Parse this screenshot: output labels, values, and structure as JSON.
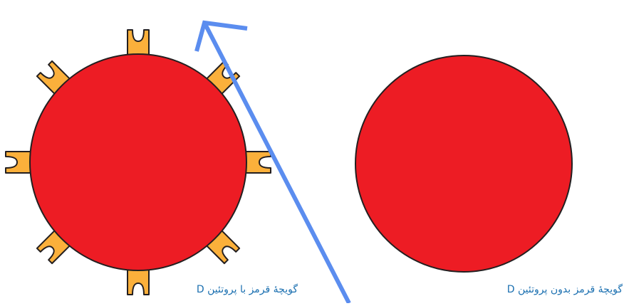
{
  "figure": {
    "top_label": "",
    "cells": [
      {
        "name": "red-cell-with-protein-d",
        "caption": "گویچهٔ قرمز با پروتئین D",
        "has_protein": true,
        "antigen_count": 8
      },
      {
        "name": "red-cell-without-protein-d",
        "caption": "گویچهٔ قرمز بدون پروتئین D",
        "has_protein": false,
        "antigen_count": 0
      }
    ]
  },
  "colors": {
    "cell_fill": "#ED1C24",
    "cell_stroke": "#231F20",
    "antigen_fill": "#FBB03B",
    "arrow": "#5B8DEF",
    "caption": "#1A6FB0"
  }
}
